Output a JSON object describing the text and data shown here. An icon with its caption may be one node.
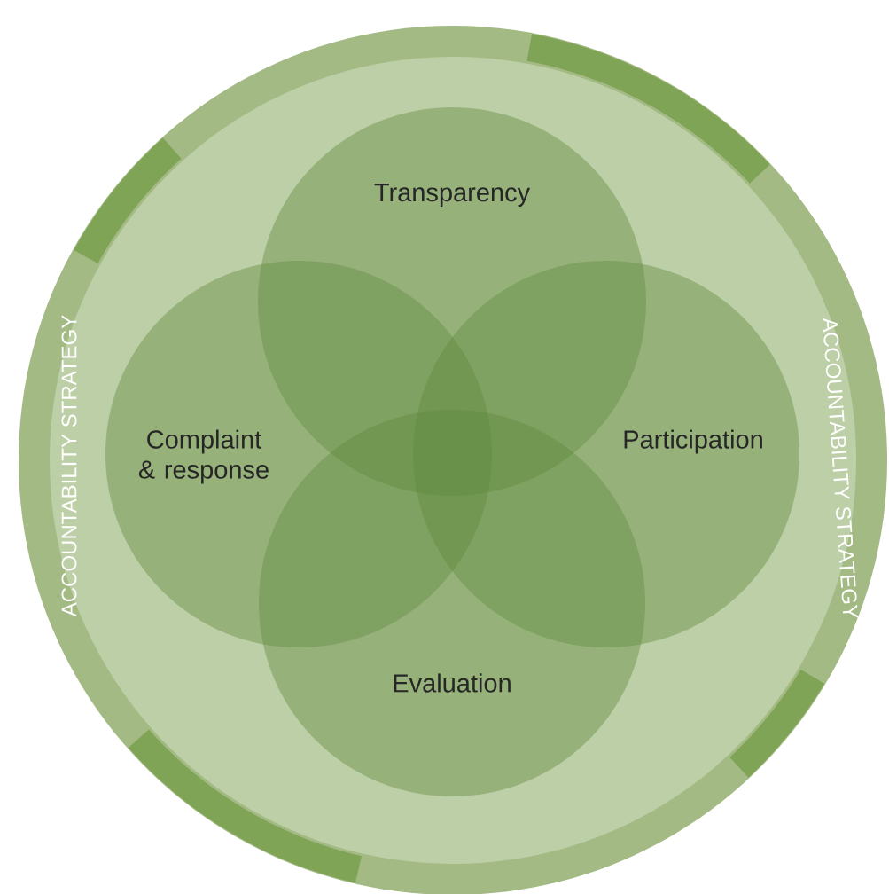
{
  "diagram": {
    "nodes": [
      {
        "text": [
          "ACCOUNTABILITY STRATEGY",
          "ACCOUNTABILITY STRATEGY"
        ]
      },
      {
        "text": [
          "Transparency"
        ],
        "in": 0
      },
      {
        "text": [
          "Complaint & response"
        ],
        "in": 0
      },
      {
        "text": [
          "Participation"
        ],
        "in": 0
      },
      {
        "text": [
          "Evaluation"
        ],
        "in": 0
      }
    ]
  }
}
